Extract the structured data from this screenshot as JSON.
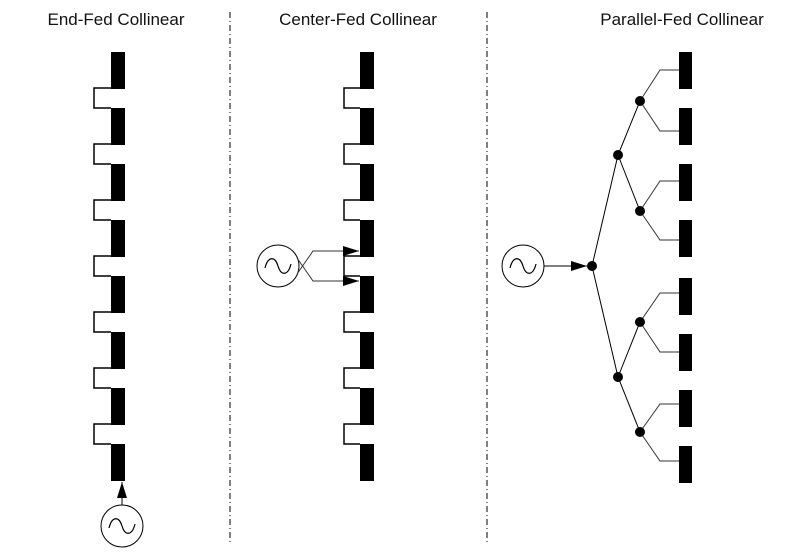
{
  "panels": [
    {
      "id": "end-fed",
      "title": "End-Fed Collinear",
      "feed": "end",
      "elements": 8
    },
    {
      "id": "center-fed",
      "title": "Center-Fed Collinear",
      "feed": "center",
      "elements": 8
    },
    {
      "id": "parallel-fed",
      "title": "Parallel-Fed Collinear",
      "feed": "parallel",
      "elements": 8
    }
  ],
  "legend_symbols": {
    "source": "ac-source-icon",
    "radiator": "radiating-element",
    "phasing_stub": "phasing-stub",
    "junction": "feed-junction"
  },
  "colors": {
    "ink": "#000000",
    "feed_line": "#333333",
    "background": "#ffffff"
  }
}
